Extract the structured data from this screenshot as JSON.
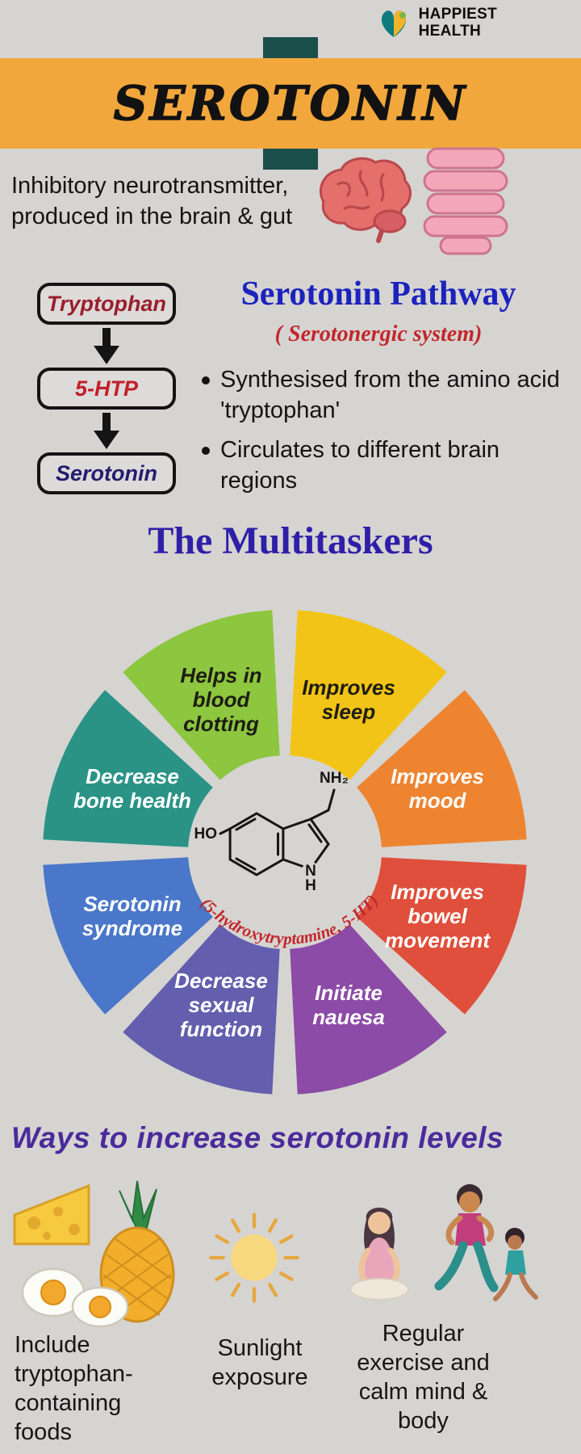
{
  "brand": {
    "line1": "HAPPIEST",
    "line2": "HEALTH"
  },
  "header": {
    "title": "SEROTONIN",
    "banner_color": "#f2a73c",
    "tab_color": "#1b4f4c"
  },
  "intro": {
    "text": "Inhibitory neurotransmitter, produced in the brain & gut"
  },
  "pathway": {
    "title": "Serotonin Pathway",
    "subtitle": "( Serotonergic system)",
    "title_color": "#1c23bd",
    "subtitle_color": "#c1272d",
    "steps": [
      {
        "label": "Tryptophan",
        "color": "#9a1f2e"
      },
      {
        "label": "5-HTP",
        "color": "#c21f2a"
      },
      {
        "label": "Serotonin",
        "color": "#241c6e"
      }
    ],
    "bullets": [
      "Synthesised from the amino acid 'tryptophan'",
      "Circulates to different brain regions"
    ]
  },
  "wheel": {
    "title": "The Multitaskers",
    "title_color": "#2f1fa8",
    "center_label": "(5-hydroxytryptamine, 5-HT)",
    "molecule": {
      "ho": "HO",
      "nh2": "NH₂",
      "n": "N",
      "h": "H"
    },
    "segments": [
      {
        "label": "Improves sleep",
        "color": "#f2c417",
        "text_color": "#1d1d12"
      },
      {
        "label": "Improves mood",
        "color": "#ee8430",
        "text_color": "#ffffff"
      },
      {
        "label": "Improves bowel movement",
        "color": "#df4f3b",
        "text_color": "#ffffff"
      },
      {
        "label": "Initiate nauesa",
        "color": "#8c4ba6",
        "text_color": "#ffffff"
      },
      {
        "label": "Decrease sexual function",
        "color": "#635fae",
        "text_color": "#ffffff"
      },
      {
        "label": "Serotonin syndrome",
        "color": "#4a77c9",
        "text_color": "#ffffff"
      },
      {
        "label": "Decrease bone health",
        "color": "#2a9386",
        "text_color": "#ffffff"
      },
      {
        "label": "Helps in blood clotting",
        "color": "#8dc63f",
        "text_color": "#1d1d12"
      }
    ]
  },
  "ways": {
    "title": "Ways to increase serotonin levels",
    "title_color": "#4b2b9b",
    "items": [
      {
        "icon": "tryptophan-foods-illustration",
        "caption": "Include tryptophan-containing foods"
      },
      {
        "icon": "sun-illustration",
        "caption": "Sunlight exposure"
      },
      {
        "icon": "exercise-illustration",
        "caption": "Regular exercise and calm mind & body"
      }
    ]
  }
}
